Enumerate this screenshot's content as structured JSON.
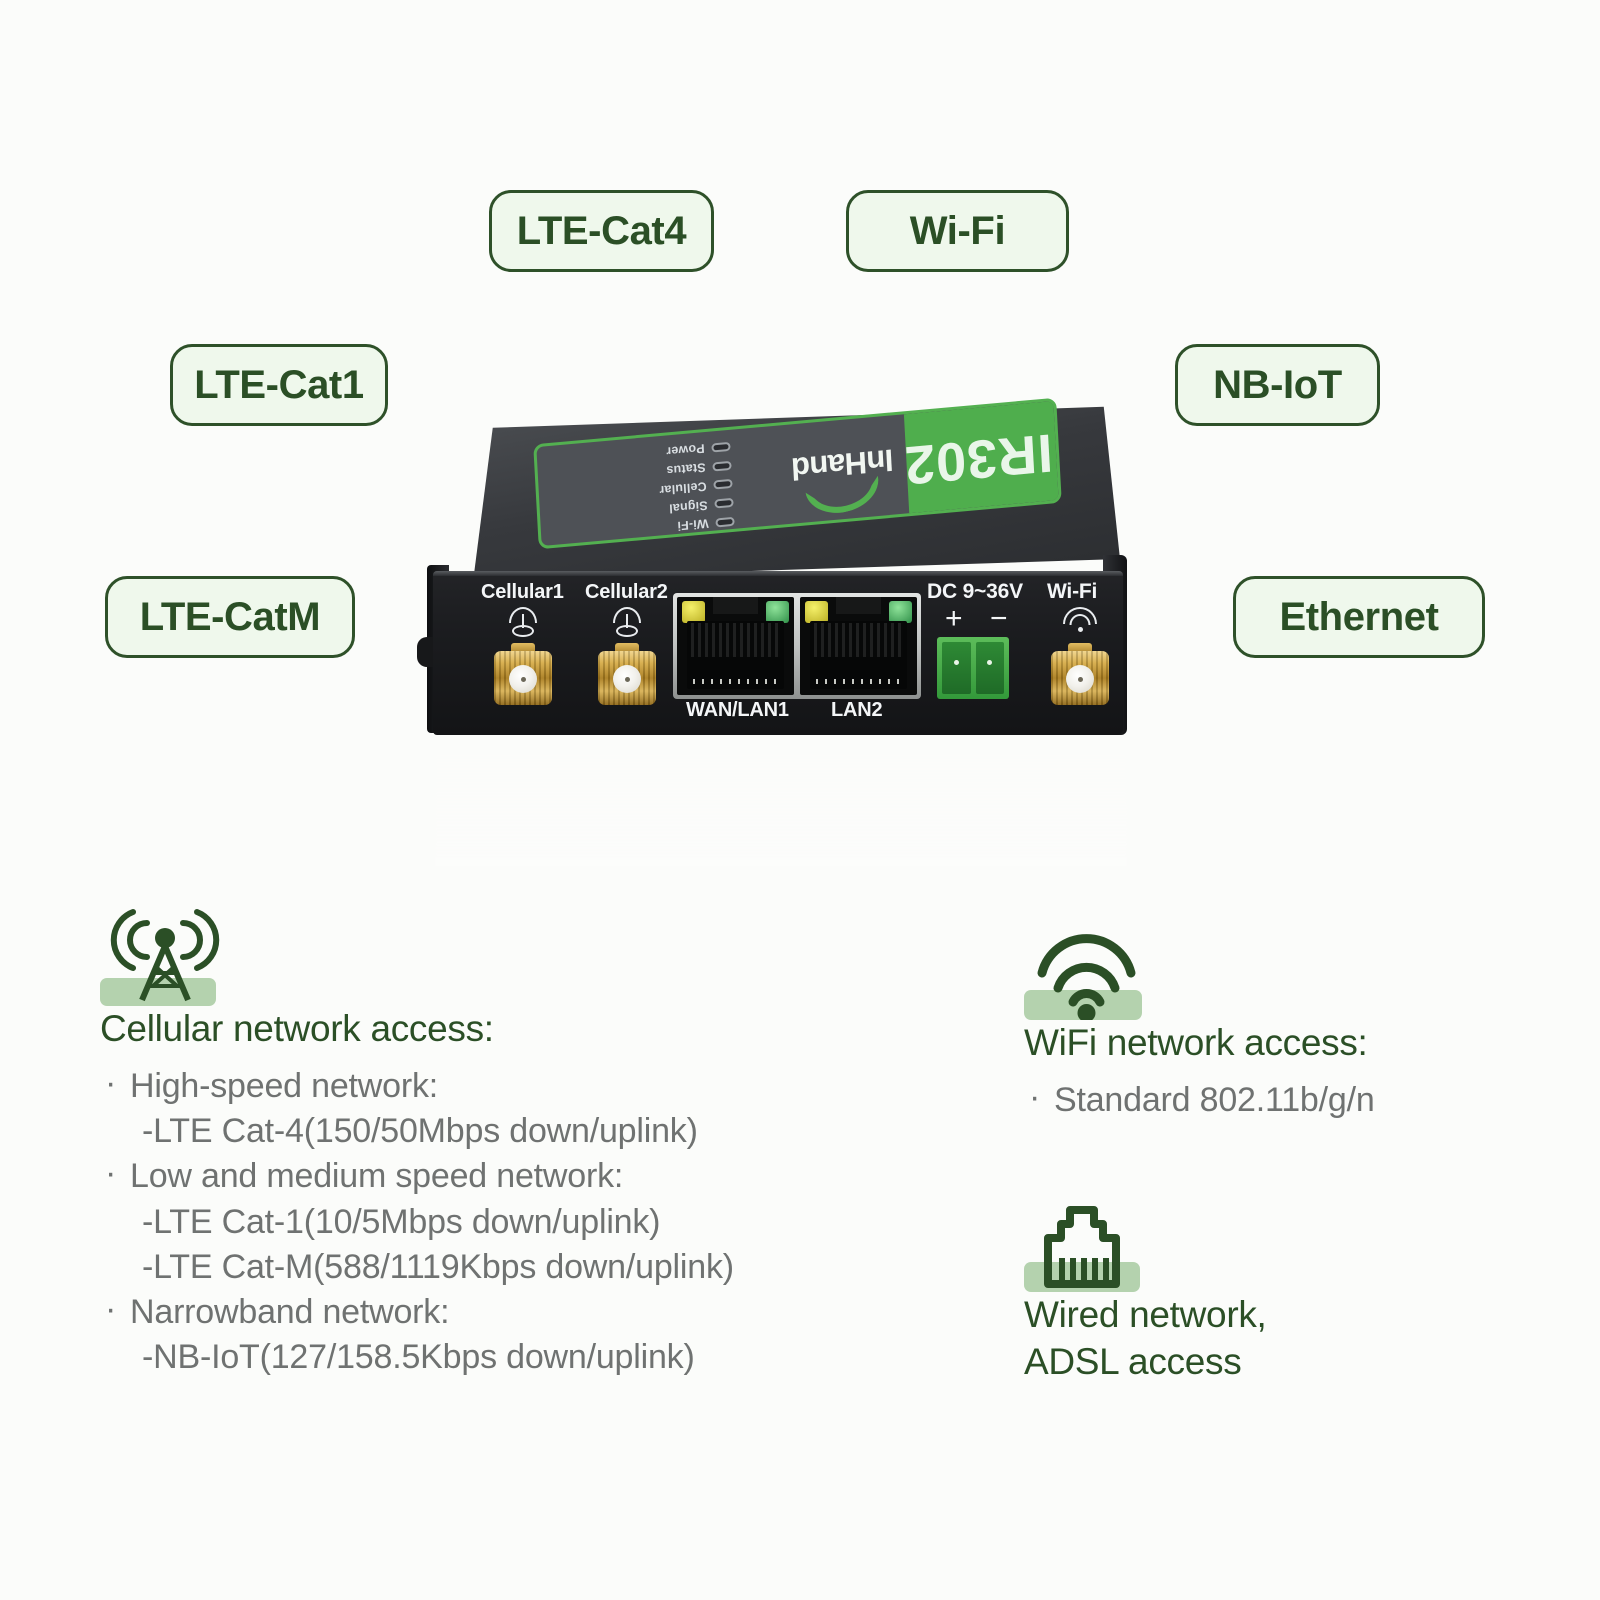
{
  "page": {
    "background_color": "#fbfcfa",
    "accent_dark_green": "#2b4f26",
    "accent_light_green": "#eff8ec",
    "icon_base_green": "#b4d2ae",
    "body_gray": "#6f7271"
  },
  "feature_pills": [
    {
      "id": "lte-cat4",
      "label": "LTE-Cat4"
    },
    {
      "id": "wifi",
      "label": "Wi-Fi"
    },
    {
      "id": "lte-cat1",
      "label": "LTE-Cat1"
    },
    {
      "id": "nb-iot",
      "label": "NB-IoT"
    },
    {
      "id": "lte-catm",
      "label": "LTE-CatM"
    },
    {
      "id": "ethernet",
      "label": "Ethernet"
    }
  ],
  "device": {
    "brand": "InHand",
    "model": "IR302",
    "led_labels": [
      "Wi-Fi",
      "Signal",
      "Cellular",
      "Status",
      "Power"
    ],
    "front_panel": {
      "cellular1_label": "Cellular1",
      "cellular2_label": "Cellular2",
      "power_label": "DC 9~36V",
      "power_plus": "+",
      "power_minus": "−",
      "wifi_label": "Wi-Fi",
      "port1_label": "WAN/LAN1",
      "port2_label": "LAN2"
    }
  },
  "info_sections": {
    "cellular": {
      "icon": "cell-tower-icon",
      "title": "Cellular network access:",
      "items": [
        {
          "type": "bullet",
          "text": "High-speed network:"
        },
        {
          "type": "sub",
          "text": "-LTE Cat-4(150/50Mbps down/uplink)"
        },
        {
          "type": "bullet",
          "text": "Low and medium speed network:"
        },
        {
          "type": "sub",
          "text": "-LTE Cat-1(10/5Mbps down/uplink)"
        },
        {
          "type": "sub",
          "text": "-LTE Cat-M(588/1119Kbps down/uplink)"
        },
        {
          "type": "bullet",
          "text": "Narrowband network:"
        },
        {
          "type": "sub",
          "text": "-NB-IoT(127/158.5Kbps down/uplink)"
        }
      ]
    },
    "wifi": {
      "icon": "wifi-icon",
      "title": "WiFi network access:",
      "items": [
        {
          "type": "bullet",
          "text": "Standard 802.11b/g/n"
        }
      ]
    },
    "wired": {
      "icon": "rj45-icon",
      "text_line1": "Wired network,",
      "text_line2": "ADSL access"
    }
  }
}
